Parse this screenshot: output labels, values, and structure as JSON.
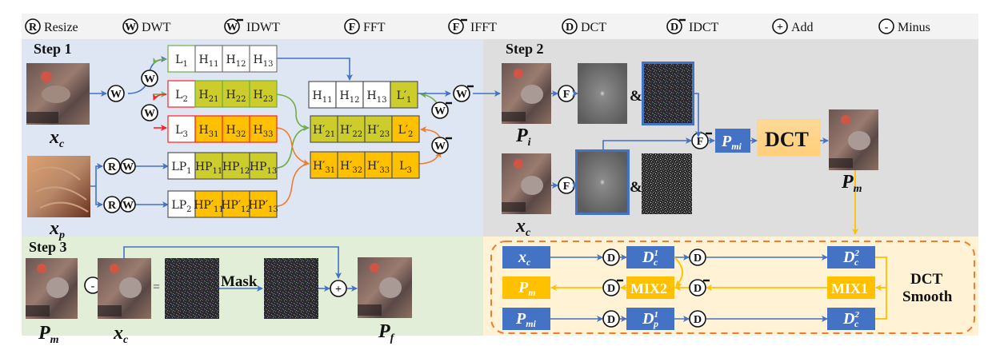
{
  "legend": [
    {
      "symbol": "R",
      "bar": false,
      "label": "Resize",
      "icon": "resize-icon"
    },
    {
      "symbol": "W",
      "bar": false,
      "label": "DWT",
      "icon": "dwt-icon"
    },
    {
      "symbol": "W",
      "bar": true,
      "label": "IDWT",
      "icon": "idwt-icon"
    },
    {
      "symbol": "F",
      "bar": false,
      "label": "FFT",
      "icon": "fft-icon"
    },
    {
      "symbol": "F",
      "bar": true,
      "label": "IFFT",
      "icon": "ifft-icon"
    },
    {
      "symbol": "D",
      "bar": false,
      "label": "DCT",
      "icon": "dct-icon"
    },
    {
      "symbol": "D",
      "bar": true,
      "label": "IDCT",
      "icon": "idct-icon"
    },
    {
      "symbol": "+",
      "bar": false,
      "label": "Add",
      "icon": "add-icon"
    },
    {
      "symbol": "-",
      "bar": false,
      "label": "Minus",
      "icon": "minus-icon"
    }
  ],
  "colors": {
    "step1_bg": "#dfe6f3",
    "step2_bg": "#dedede",
    "step3_bg": "#e2eed8",
    "smooth_bg": "#fff2d5",
    "legend_bg": "#f3f3f3",
    "blue": "#4472c4",
    "olive": "#cccc2c",
    "gold": "#ffc000",
    "orange": "#ed7d31",
    "green": "#70ad47",
    "red": "#ff2020"
  },
  "step1": {
    "title": "Step 1",
    "xc_label": "x",
    "xc_sub": "c",
    "xp_label": "x",
    "xp_sub": "p",
    "rows": [
      {
        "cells": [
          {
            "t": "L",
            "s": "1"
          },
          {
            "t": "H",
            "s": "11"
          },
          {
            "t": "H",
            "s": "12"
          },
          {
            "t": "H",
            "s": "13"
          }
        ]
      },
      {
        "cells": [
          {
            "t": "L",
            "s": "2"
          },
          {
            "t": "H",
            "s": "21"
          },
          {
            "t": "H",
            "s": "22"
          },
          {
            "t": "H",
            "s": "23"
          }
        ]
      },
      {
        "cells": [
          {
            "t": "L",
            "s": "3"
          },
          {
            "t": "H",
            "s": "31"
          },
          {
            "t": "H",
            "s": "32"
          },
          {
            "t": "H",
            "s": "33"
          }
        ]
      },
      {
        "cells": [
          {
            "t": "LP",
            "s": "1"
          },
          {
            "t": "HP",
            "s": "11"
          },
          {
            "t": "HP",
            "s": "12"
          },
          {
            "t": "HP",
            "s": "13"
          }
        ]
      },
      {
        "cells": [
          {
            "t": "LP",
            "s": "2"
          },
          {
            "t": "HP′",
            "s": "11"
          },
          {
            "t": "HP′",
            "s": "12"
          },
          {
            "t": "HP′",
            "s": "13"
          }
        ]
      }
    ],
    "mixed": [
      {
        "cells": [
          {
            "t": "H",
            "s": "11"
          },
          {
            "t": "H",
            "s": "12"
          },
          {
            "t": "H",
            "s": "13"
          },
          {
            "t": "L′",
            "s": "1"
          }
        ]
      },
      {
        "cells": [
          {
            "t": "H′",
            "s": "21"
          },
          {
            "t": "H′",
            "s": "22"
          },
          {
            "t": "H′",
            "s": "23"
          },
          {
            "t": "L′",
            "s": "2"
          }
        ]
      },
      {
        "cells": [
          {
            "t": "H′",
            "s": "31"
          },
          {
            "t": "H′",
            "s": "32"
          },
          {
            "t": "H′",
            "s": "33"
          },
          {
            "t": "L",
            "s": "3"
          }
        ]
      }
    ]
  },
  "step2": {
    "title": "Step 2",
    "pi_label": "P",
    "pi_sub": "i",
    "xc_label": "x",
    "xc_sub": "c",
    "amp": "&",
    "pmi_label": "P",
    "pmi_sub": "mi",
    "dct_label": "DCT",
    "pm_label": "P",
    "pm_sub": "m"
  },
  "step3": {
    "title": "Step 3",
    "pm_label": "P",
    "pm_sub": "m",
    "xc_label": "x",
    "xc_sub": "c",
    "equals": "=",
    "mask_label": "Mask",
    "pf_label": "P",
    "pf_sub": "f"
  },
  "smooth": {
    "title_line1": "DCT",
    "title_line2": "Smooth",
    "xc": {
      "t": "x",
      "s": "c"
    },
    "dc1": {
      "t": "D",
      "sup": "1",
      "s": "c"
    },
    "dc2": {
      "t": "D",
      "sup": "2",
      "s": "c"
    },
    "pm": {
      "t": "P",
      "s": "m"
    },
    "mix2": "MIX2",
    "mix1": "MIX1",
    "pmi": {
      "t": "P",
      "s": "mi"
    },
    "dp1": {
      "t": "D",
      "sup": "1",
      "s": "p"
    },
    "dc2b": {
      "t": "D",
      "sup": "2",
      "s": "c"
    }
  }
}
